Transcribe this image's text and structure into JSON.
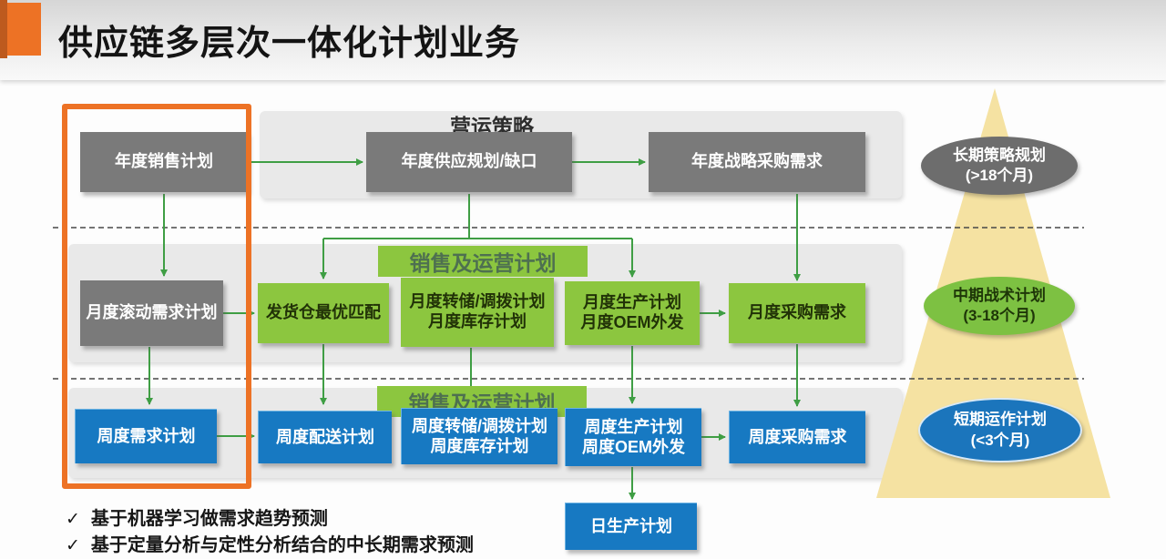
{
  "slide": {
    "title": "供应链多层次一体化计划业务"
  },
  "colors": {
    "accent_orange": "#ED7225",
    "box_gray": "#7a7a7a",
    "box_green": "#8CC63F",
    "box_blue": "#1779c2",
    "arrow_green": "#3f9e44",
    "pyramid_yellow": "#F5E2A2",
    "band_gray": "#e9e9e9"
  },
  "rows": [
    {
      "title": "营运策略",
      "boxes": [
        {
          "label": "年度销售计划"
        },
        {
          "label": "年度供应规划/缺口"
        },
        {
          "label": "年度战略采购需求"
        }
      ]
    },
    {
      "title": "销售及运营计划",
      "boxes": [
        {
          "label": "月度滚动需求计划"
        },
        {
          "label": "发货仓最优匹配"
        },
        {
          "lines": [
            "月度转储/调拨计划",
            "月度库存计划"
          ]
        },
        {
          "lines": [
            "月度生产计划",
            "月度OEM外发"
          ]
        },
        {
          "label": "月度采购需求"
        }
      ]
    },
    {
      "title": "销售及运营计划",
      "boxes": [
        {
          "label": "周度需求计划"
        },
        {
          "label": "周度配送计划"
        },
        {
          "lines": [
            "周度转储/调拨计划",
            "周度库存计划"
          ]
        },
        {
          "lines": [
            "周度生产计划",
            "周度OEM外发"
          ]
        },
        {
          "label": "周度采购需求"
        }
      ]
    }
  ],
  "daily_box": {
    "label": "日生产计划"
  },
  "pyramid": {
    "levels": [
      {
        "label": "长期策略规划",
        "sub": "(>18个月)"
      },
      {
        "label": "中期战术计划",
        "sub": "(3-18个月)"
      },
      {
        "label": "短期运作计划",
        "sub": "(<3个月)"
      }
    ]
  },
  "bullets": {
    "check": "✓",
    "items": [
      "基于机器学习做需求趋势预测",
      "基于定量分析与定性分析结合的中长期需求预测"
    ]
  }
}
